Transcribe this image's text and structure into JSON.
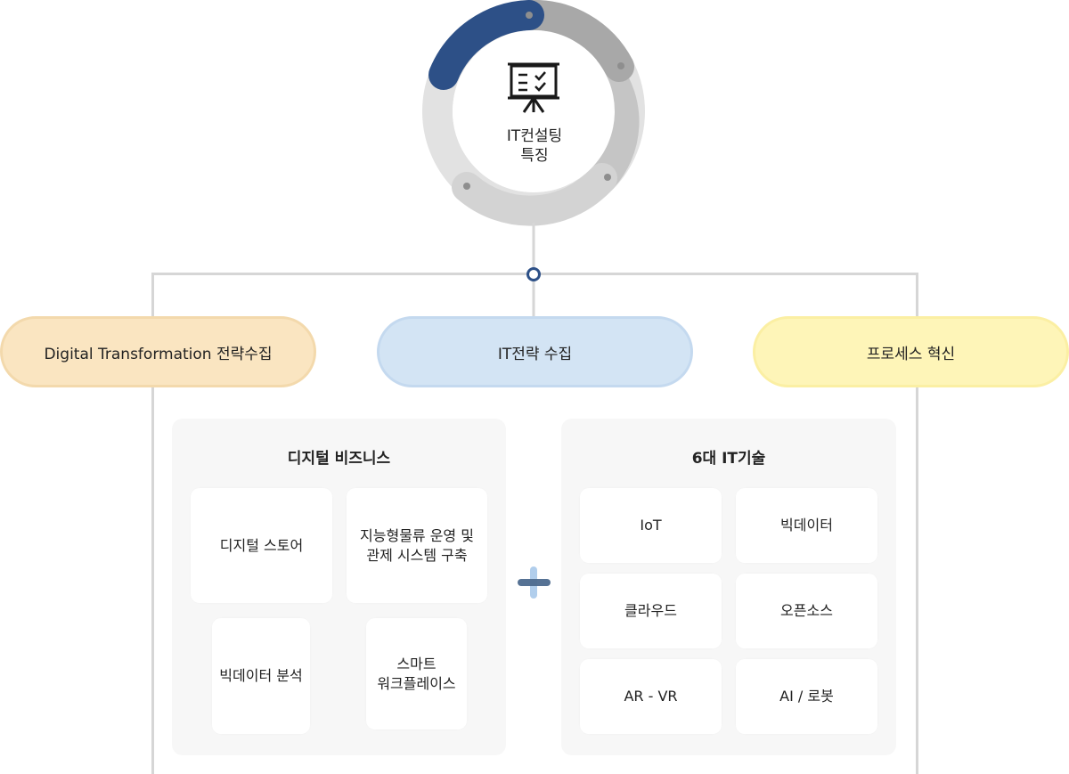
{
  "center": {
    "line1": "IT컨설팅",
    "line2": "특징",
    "icon": "presentation-board-icon"
  },
  "pills": {
    "left": "Digital Transformation 전략수집",
    "middle": "IT전략 수집",
    "right": "프로세스 혁신"
  },
  "digital_business": {
    "title": "디지털 비즈니스",
    "cards": [
      "디지털 스토어",
      "지능형물류 운영 및\n관제 시스템 구축",
      "빅데이터 분석",
      "스마트\n워크플레이스"
    ]
  },
  "it_tech": {
    "title": "6대 IT기술",
    "cards": [
      "IoT",
      "빅데이터",
      "클라우드",
      "오픈소스",
      "AR - VR",
      "AI / 로봇"
    ]
  },
  "colors": {
    "ring_dark": "#2d5087",
    "ring_mid": "#a8a8a8",
    "ring_light": "#c9c9c9",
    "ring_lighter": "#e2e2e2",
    "pill_left": "#fae5c1",
    "pill_mid": "#d3e4f4",
    "pill_right": "#fef5b8"
  }
}
